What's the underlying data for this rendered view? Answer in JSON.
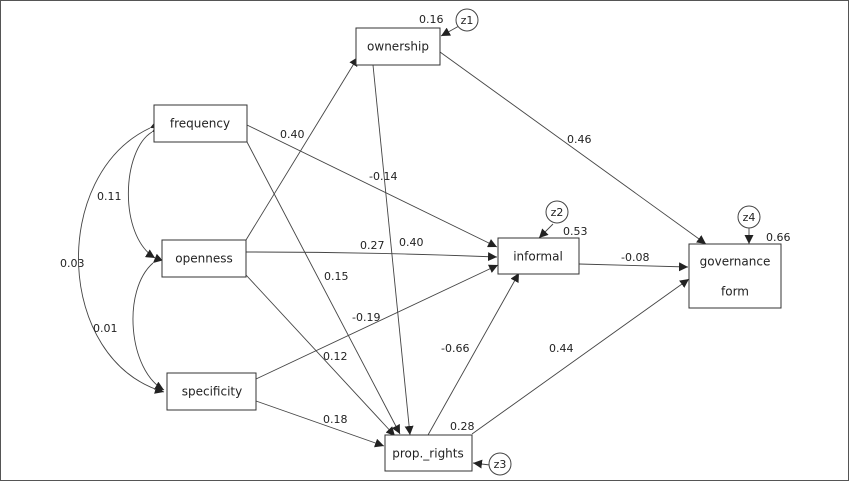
{
  "variables": {
    "ownership": "ownership",
    "frequency": "frequency",
    "openness": "openness",
    "specificity": "specificity",
    "informal": "informal",
    "governance_line1": "governance",
    "governance_line2": "form",
    "prop_rights": "prop._rights"
  },
  "errors": {
    "z1": "z1",
    "z2": "z2",
    "z3": "z3",
    "z4": "z4"
  },
  "r_squared": {
    "ownership": "0.16",
    "informal": "0.53",
    "governance": "0.66",
    "prop_rights": "0.28"
  },
  "paths": {
    "openness_ownership": "0.40",
    "ownership_governance": "0.46",
    "ownership_prop_rights": "-0.14",
    "frequency_informal": "0.40",
    "frequency_prop_rights": "0.15",
    "openness_informal": "0.27",
    "openness_prop_rights": "0.12",
    "specificity_informal": "-0.19",
    "specificity_prop_rights": "0.18",
    "informal_governance": "-0.08",
    "prop_rights_informal": "-0.66",
    "prop_rights_governance": "0.44"
  },
  "correlations": {
    "frequency_openness": "0.11",
    "openness_specificity": "0.01",
    "frequency_specificity": "0.03"
  }
}
